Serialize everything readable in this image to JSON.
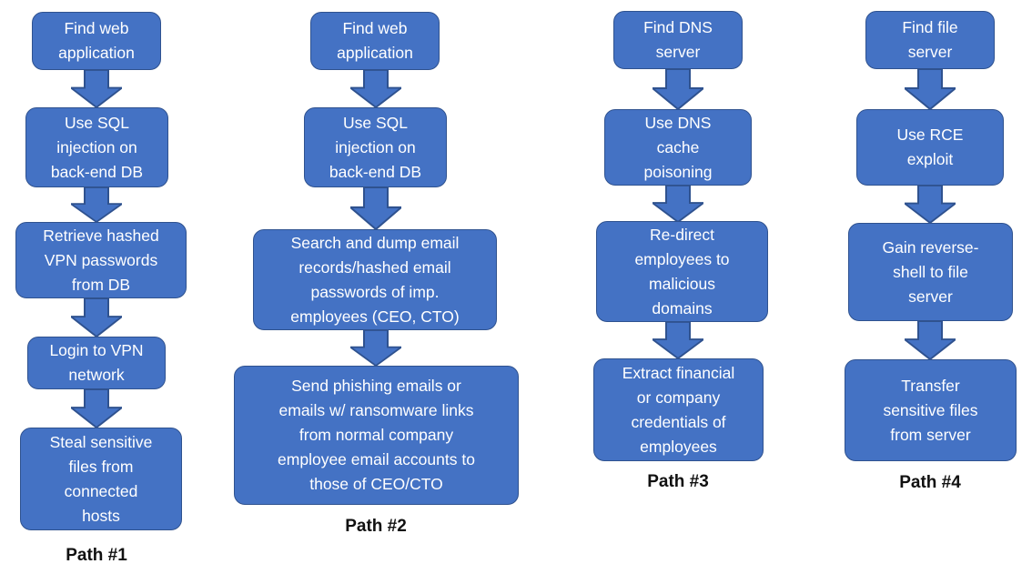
{
  "diagram": {
    "title": "Attack paths flowchart",
    "colors": {
      "box_fill": "#4472C4",
      "box_border": "#2F528F",
      "box_text": "#FFFFFF",
      "label_text": "#111111",
      "background": "#FFFFFF"
    },
    "paths": [
      {
        "label": "Path #1",
        "steps": [
          "Find web\napplication",
          "Use SQL\ninjection on\nback-end DB",
          "Retrieve hashed\nVPN passwords\nfrom DB",
          "Login to VPN\nnetwork",
          "Steal sensitive\nfiles from\nconnected\nhosts"
        ]
      },
      {
        "label": "Path #2",
        "steps": [
          "Find web\napplication",
          "Use SQL\ninjection on\nback-end DB",
          "Search and dump email\nrecords/hashed email\npasswords of imp.\nemployees (CEO, CTO)",
          "Send phishing emails or\nemails w/ ransomware links\nfrom normal company\nemployee email accounts to\nthose of CEO/CTO"
        ]
      },
      {
        "label": "Path #3",
        "steps": [
          "Find DNS\nserver",
          "Use DNS\ncache\npoisoning",
          "Re-direct\nemployees to\nmalicious\ndomains",
          "Extract financial\nor company\ncredentials of\nemployees"
        ]
      },
      {
        "label": "Path #4",
        "steps": [
          "Find file\nserver",
          "Use RCE\nexploit",
          "Gain reverse-\nshell to file\nserver",
          "Transfer\nsensitive files\nfrom server"
        ]
      }
    ]
  }
}
